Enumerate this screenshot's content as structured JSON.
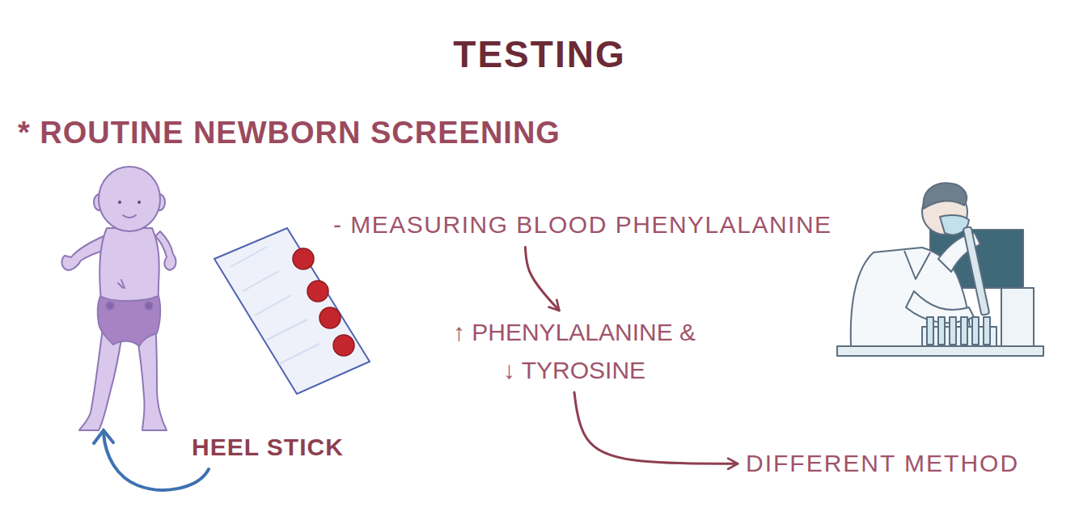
{
  "diagram": {
    "title": "TESTING",
    "nodes": [
      {
        "text": [
          "- MEASURING BLOOD PHENYLALANINE"
        ]
      },
      {
        "text": [
          "↑ PHENYLALANINE & ↓ TYROSINE"
        ]
      },
      {
        "text": [
          "DIFFERENT METHOD"
        ]
      }
    ],
    "edges": [
      {
        "from": 0,
        "to": 1,
        "arrow": "to"
      },
      {
        "from": 1,
        "to": 2,
        "arrow": "to"
      }
    ],
    "labels": [
      "* ROUTINE NEWBORN SCREENING",
      "HEEL STICK"
    ]
  }
}
